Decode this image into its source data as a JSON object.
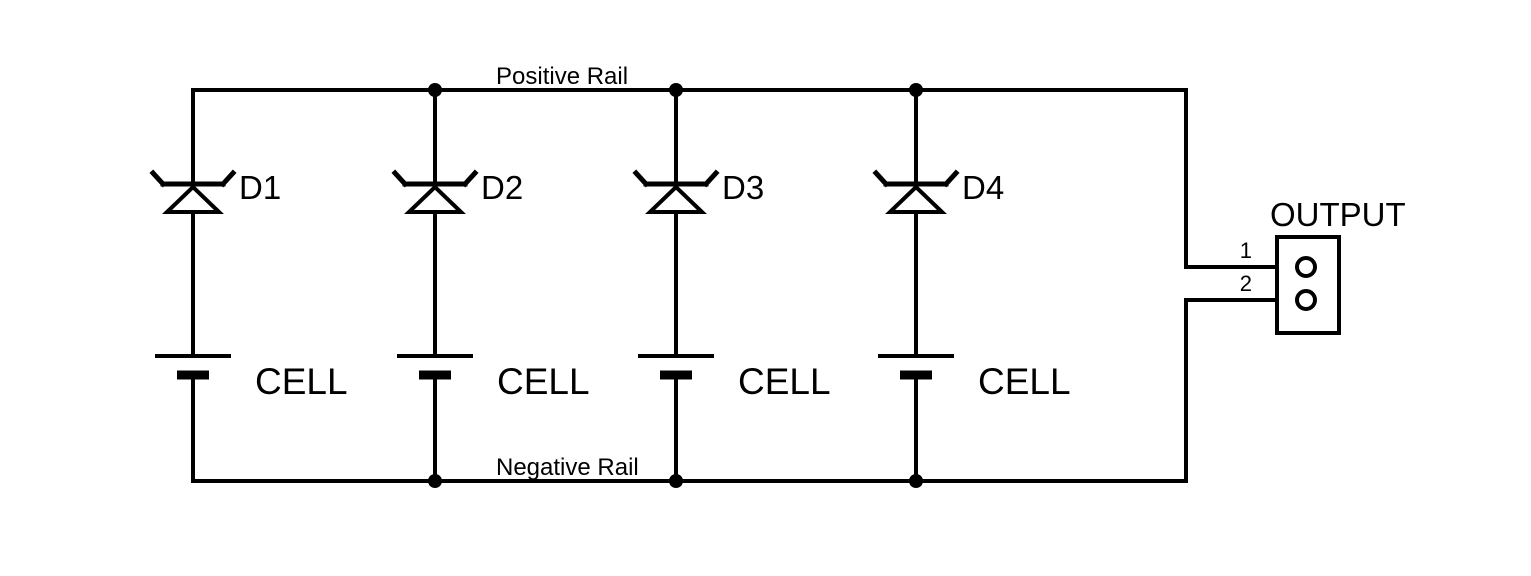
{
  "diagram": {
    "rails": {
      "positive": "Positive Rail",
      "negative": "Negative Rail"
    },
    "branches": [
      {
        "diode": "D1",
        "cell": "CELL"
      },
      {
        "diode": "D2",
        "cell": "CELL"
      },
      {
        "diode": "D3",
        "cell": "CELL"
      },
      {
        "diode": "D4",
        "cell": "CELL"
      }
    ],
    "output": {
      "label": "OUTPUT",
      "pin1": "1",
      "pin2": "2"
    },
    "colors": {
      "wire": "#000000",
      "background": "#ffffff"
    }
  }
}
